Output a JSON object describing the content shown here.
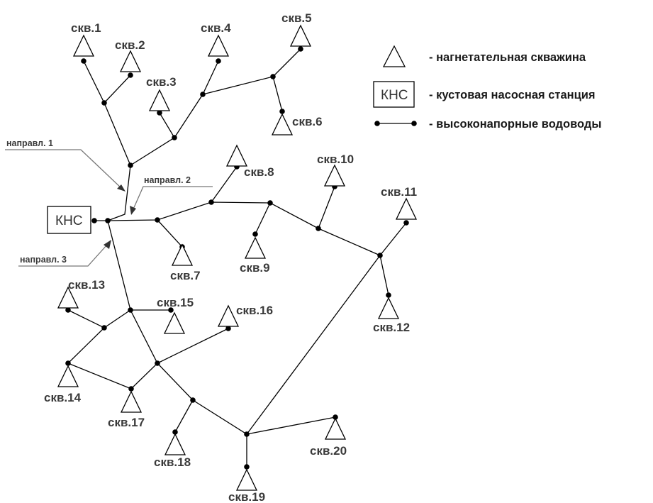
{
  "kns_label": "КНС",
  "wells": [
    "скв.1",
    "скв.2",
    "скв.3",
    "скв.4",
    "скв.5",
    "скв.6",
    "скв.7",
    "скв.8",
    "скв.9",
    "скв.10",
    "скв.11",
    "скв.12",
    "скв.13",
    "скв.14",
    "скв.15",
    "скв.16",
    "скв.17",
    "скв.18",
    "скв.19",
    "скв.20"
  ],
  "directions": [
    "направл. 1",
    "направл. 2",
    "направл. 3"
  ],
  "legend": {
    "well": "- нагнетательная скважина",
    "kns": "- кустовая насосная станция",
    "pipe": "- высоконапорные водоводы"
  },
  "colors": {
    "line": "#000000",
    "label": "#3a3a3a",
    "pointer": "#777777"
  }
}
